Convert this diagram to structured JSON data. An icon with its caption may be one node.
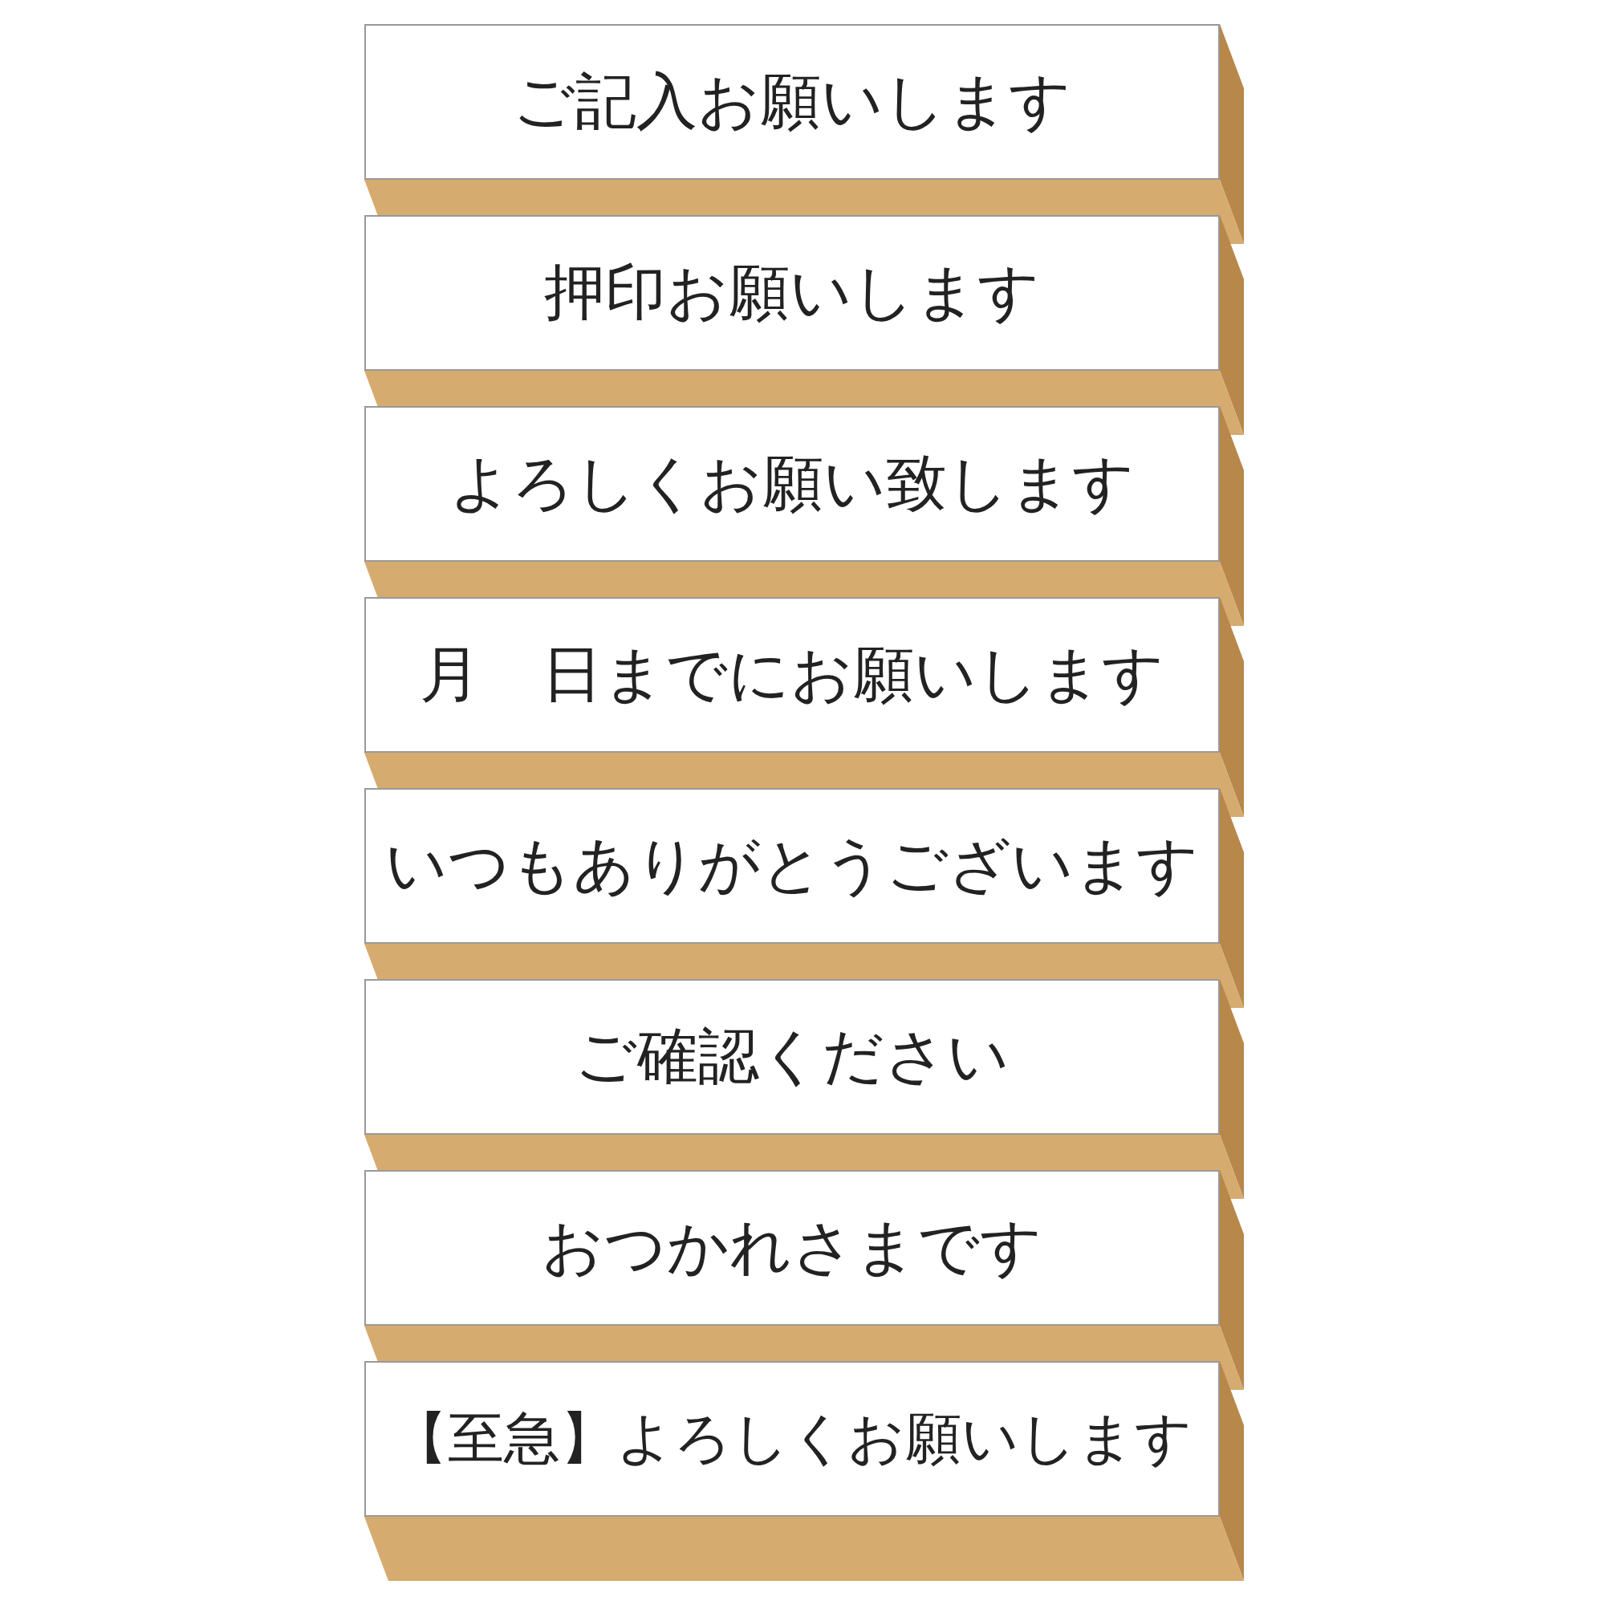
{
  "diagram": {
    "nodes": [
      {
        "text": [
          "ご記入お願いします"
        ]
      },
      {
        "text": [
          "押印お願いします"
        ]
      },
      {
        "text": [
          "よろしくお願い致します"
        ]
      },
      {
        "text": [
          "月　日までにお願いします"
        ]
      },
      {
        "text": [
          "いつもありがとうございます"
        ]
      },
      {
        "text": [
          "ご確認ください"
        ]
      },
      {
        "text": [
          "おつかれさまです"
        ]
      },
      {
        "text": [
          "【至急】よろしくお願いします"
        ]
      }
    ]
  }
}
